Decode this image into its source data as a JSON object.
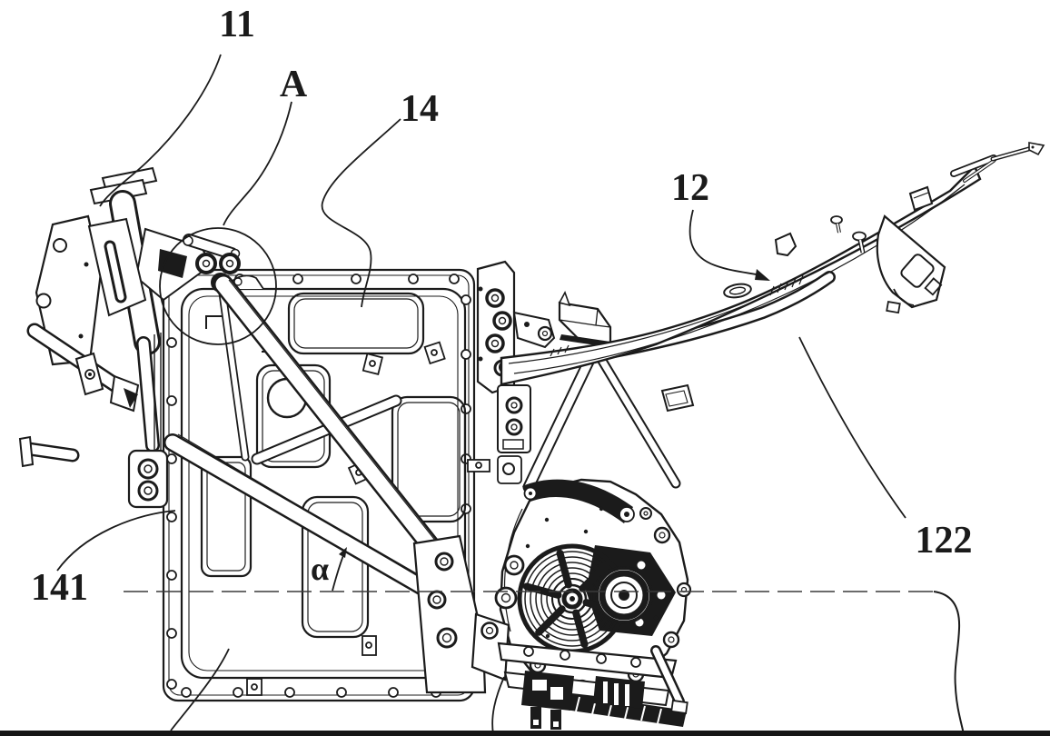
{
  "figure": {
    "background_color": "#ffffff",
    "ink_color": "#1b1b1b",
    "centerline_color": "#3a3a3a",
    "description": "Patent-style side elevation line drawing of an electric motorcycle chassis: front steering-head frame (left), large battery box with bolted flange (center), diagonal main frame tubes, rear subframe rails rising to the upper right, motor and reduction gearbox assembly (lower center-right), a detail circle A, and a horizontal dashed datum line with angle mark.",
    "labels": [
      {
        "id": "11",
        "text": "11"
      },
      {
        "id": "A",
        "text": "A"
      },
      {
        "id": "14",
        "text": "14"
      },
      {
        "id": "12",
        "text": "12"
      },
      {
        "id": "122",
        "text": "122"
      },
      {
        "id": "141",
        "text": "141"
      },
      {
        "id": "alpha",
        "text": "α"
      }
    ]
  }
}
